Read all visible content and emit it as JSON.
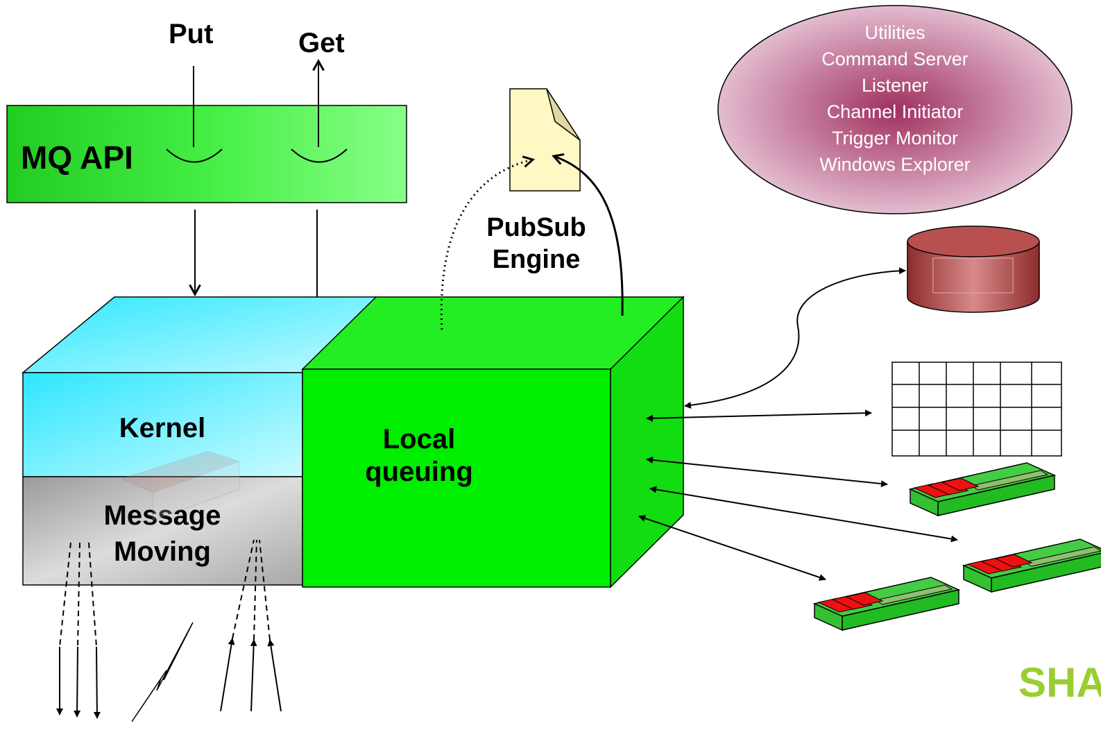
{
  "labels": {
    "put": "Put",
    "get": "Get",
    "mq_api": "MQ API",
    "pubsub_line1": "PubSub",
    "pubsub_line2": "Engine",
    "kernel": "Kernel",
    "message_line1": "Message",
    "message_line2": "Moving",
    "local_line1": "Local",
    "local_line2": "queuing",
    "logo": "SHA"
  },
  "utilities": [
    "Utilities",
    "Command Server",
    "Listener",
    "Channel Initiator",
    "Trigger Monitor",
    "Windows Explorer"
  ],
  "colors": {
    "api_green": "#33dd33",
    "local_green": "#00ee00",
    "kernel_cyan": "#55f0ff",
    "moving_gray": "#bdbdbd",
    "utilities_magenta": "#b0507a",
    "database_red": "#b04848",
    "tray_red": "#ee1111",
    "logo_green": "#9acd32"
  },
  "icons": [
    "document-icon",
    "database-icon",
    "table-icon",
    "tray-icon",
    "lightning-icon"
  ]
}
